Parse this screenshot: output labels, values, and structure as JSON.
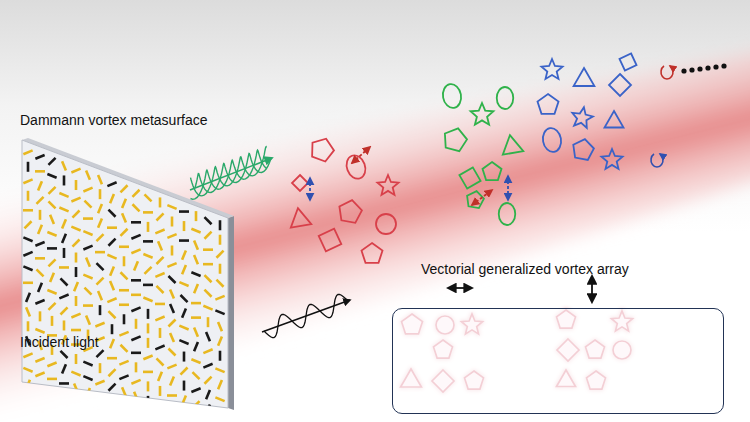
{
  "diagram": {
    "nodes": [
      {
        "text": [
          "Vectorial generalized vortex array"
        ]
      }
    ],
    "labels": [
      "Dammann vortex metasurface",
      "Incident light"
    ]
  }
}
